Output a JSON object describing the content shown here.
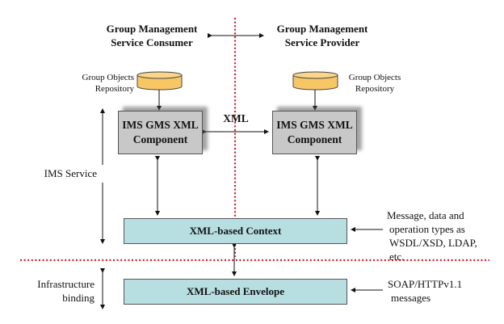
{
  "consumer": {
    "title_line1": "Group Management",
    "title_line2": "Service Consumer"
  },
  "provider": {
    "title_line1": "Group Management",
    "title_line2": "Service Provider"
  },
  "repositories": {
    "left": {
      "line1": "Group Objects",
      "line2": "Repository"
    },
    "right": {
      "line1": "Group Objects",
      "line2": "Repository"
    }
  },
  "components": {
    "left": {
      "line1": "IMS GMS XML",
      "line2": "Component"
    },
    "right": {
      "line1": "IMS GMS XML",
      "line2": "Component"
    }
  },
  "xml_link_label": "XML",
  "context_box": "XML-based Context",
  "envelope_box": "XML-based Envelope",
  "layers": {
    "ims_service": "IMS Service",
    "infrastructure_line1": "Infrastructure",
    "infrastructure_line2": "binding"
  },
  "annotations": {
    "context": {
      "line1": "Message, data and",
      "line2": "operation types as",
      "line3": "WSDL/XSD, LDAP,",
      "line4": "etc."
    },
    "envelope": {
      "line1": "SOAP/HTTPv1.1",
      "line2": "messages"
    }
  },
  "colors": {
    "separator": "#cc1f2a",
    "repository_fill": "#f7c766",
    "component_fill": "#c8c8c8",
    "layer_fill": "#b7dfe1"
  }
}
